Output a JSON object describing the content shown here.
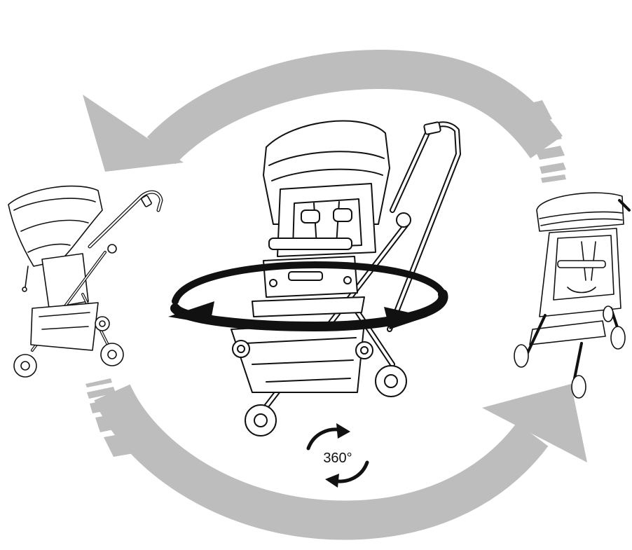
{
  "badge": {
    "text": "360°"
  },
  "colors": {
    "arrow_gray": "#bdbdbd",
    "line": "#111111",
    "fill": "#ffffff"
  },
  "items": [
    {
      "name": "stroller-center-front-facing"
    },
    {
      "name": "stroller-left-side-view"
    },
    {
      "name": "stroller-right-front-view"
    },
    {
      "name": "rotation-arrow-ring"
    },
    {
      "name": "rotate-360-icon"
    }
  ]
}
